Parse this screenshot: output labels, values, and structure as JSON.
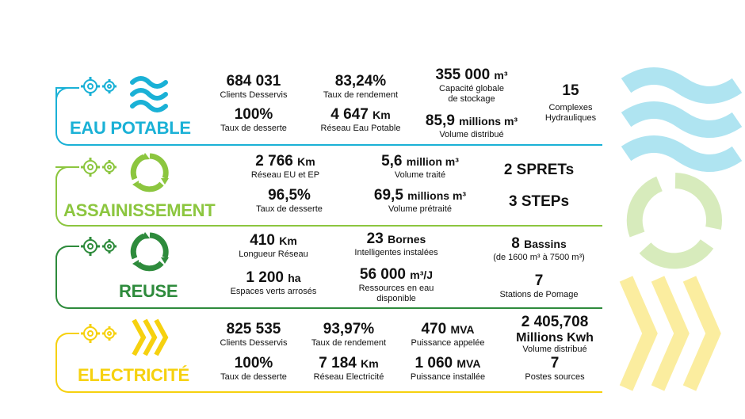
{
  "colors": {
    "eau": "#1ab1d6",
    "assain": "#8cc63f",
    "reuse": "#2e8b3c",
    "elec": "#f6d10f"
  },
  "icons": [
    "gears-icon",
    "waves-icon",
    "recycle-icon",
    "chevrons-icon"
  ],
  "eau": {
    "title": "EAU POTABLE",
    "s1": {
      "num": "684 031",
      "lbl": "Clients Desservis"
    },
    "s2": {
      "num": "100%",
      "lbl": "Taux de desserte"
    },
    "s3": {
      "num": "83,24%",
      "lbl": "Taux de rendement"
    },
    "s4": {
      "num": "4 647",
      "unit": "Km",
      "lbl": "Réseau Eau Potable"
    },
    "s5": {
      "num": "355 000",
      "unit": "m³",
      "lbl1": "Capacité globale",
      "lbl2": "de stockage"
    },
    "s6": {
      "num": "85,9",
      "unit": "millions m³",
      "lbl": "Volume distribué"
    },
    "s7": {
      "num": "15",
      "lbl1": "Complexes",
      "lbl2": "Hydrauliques"
    }
  },
  "assain": {
    "title": "ASSAINISSEMENT",
    "s1": {
      "num": "2 766",
      "unit": "Km",
      "lbl": "Réseau EU et EP"
    },
    "s2": {
      "num": "96,5%",
      "lbl": "Taux de desserte"
    },
    "s3": {
      "num": "5,6",
      "unit": "million m³",
      "lbl": "Volume traité"
    },
    "s4": {
      "num": "69,5",
      "unit": "millions m³",
      "lbl": "Volume prétraité"
    },
    "s5": {
      "num": "2 SPRETs"
    },
    "s6": {
      "num": "3 STEPs"
    }
  },
  "reuse": {
    "title": "REUSE",
    "s1": {
      "num": "410",
      "unit": "Km",
      "lbl": "Longueur Réseau"
    },
    "s2": {
      "num": "1 200",
      "unit": "ha",
      "lbl": "Espaces verts arrosés"
    },
    "s3": {
      "num": "23",
      "unit": "Bornes",
      "lbl": "Intelligentes instalées"
    },
    "s4": {
      "num": "56 000",
      "unit": "m³/J",
      "lbl1": "Ressources en eau",
      "lbl2": "disponible"
    },
    "s5": {
      "num": "8",
      "unit": "Bassins",
      "lbl": "(de 1600 m³ à 7500 m³)"
    },
    "s6": {
      "num": "7",
      "lbl": "Stations de Pomage"
    }
  },
  "elec": {
    "title": "ELECTRICITÉ",
    "s1": {
      "num": "825 535",
      "lbl": "Clients Desservis"
    },
    "s2": {
      "num": "100%",
      "lbl": "Taux de desserte"
    },
    "s3": {
      "num": "93,97%",
      "lbl": "Taux de rendement"
    },
    "s4": {
      "num": "7 184",
      "unit": "Km",
      "lbl": "Réseau Electricité"
    },
    "s5": {
      "num": "470",
      "unit": "MVA",
      "lbl": "Puissance appelée"
    },
    "s6": {
      "num": "1 060",
      "unit": "MVA",
      "lbl": "Puissance installée"
    },
    "s7": {
      "num1": "2 405,708",
      "num2": "Millions Kwh",
      "lbl": "Volume distribué"
    },
    "s8": {
      "num": "7",
      "lbl": "Postes sources"
    }
  }
}
